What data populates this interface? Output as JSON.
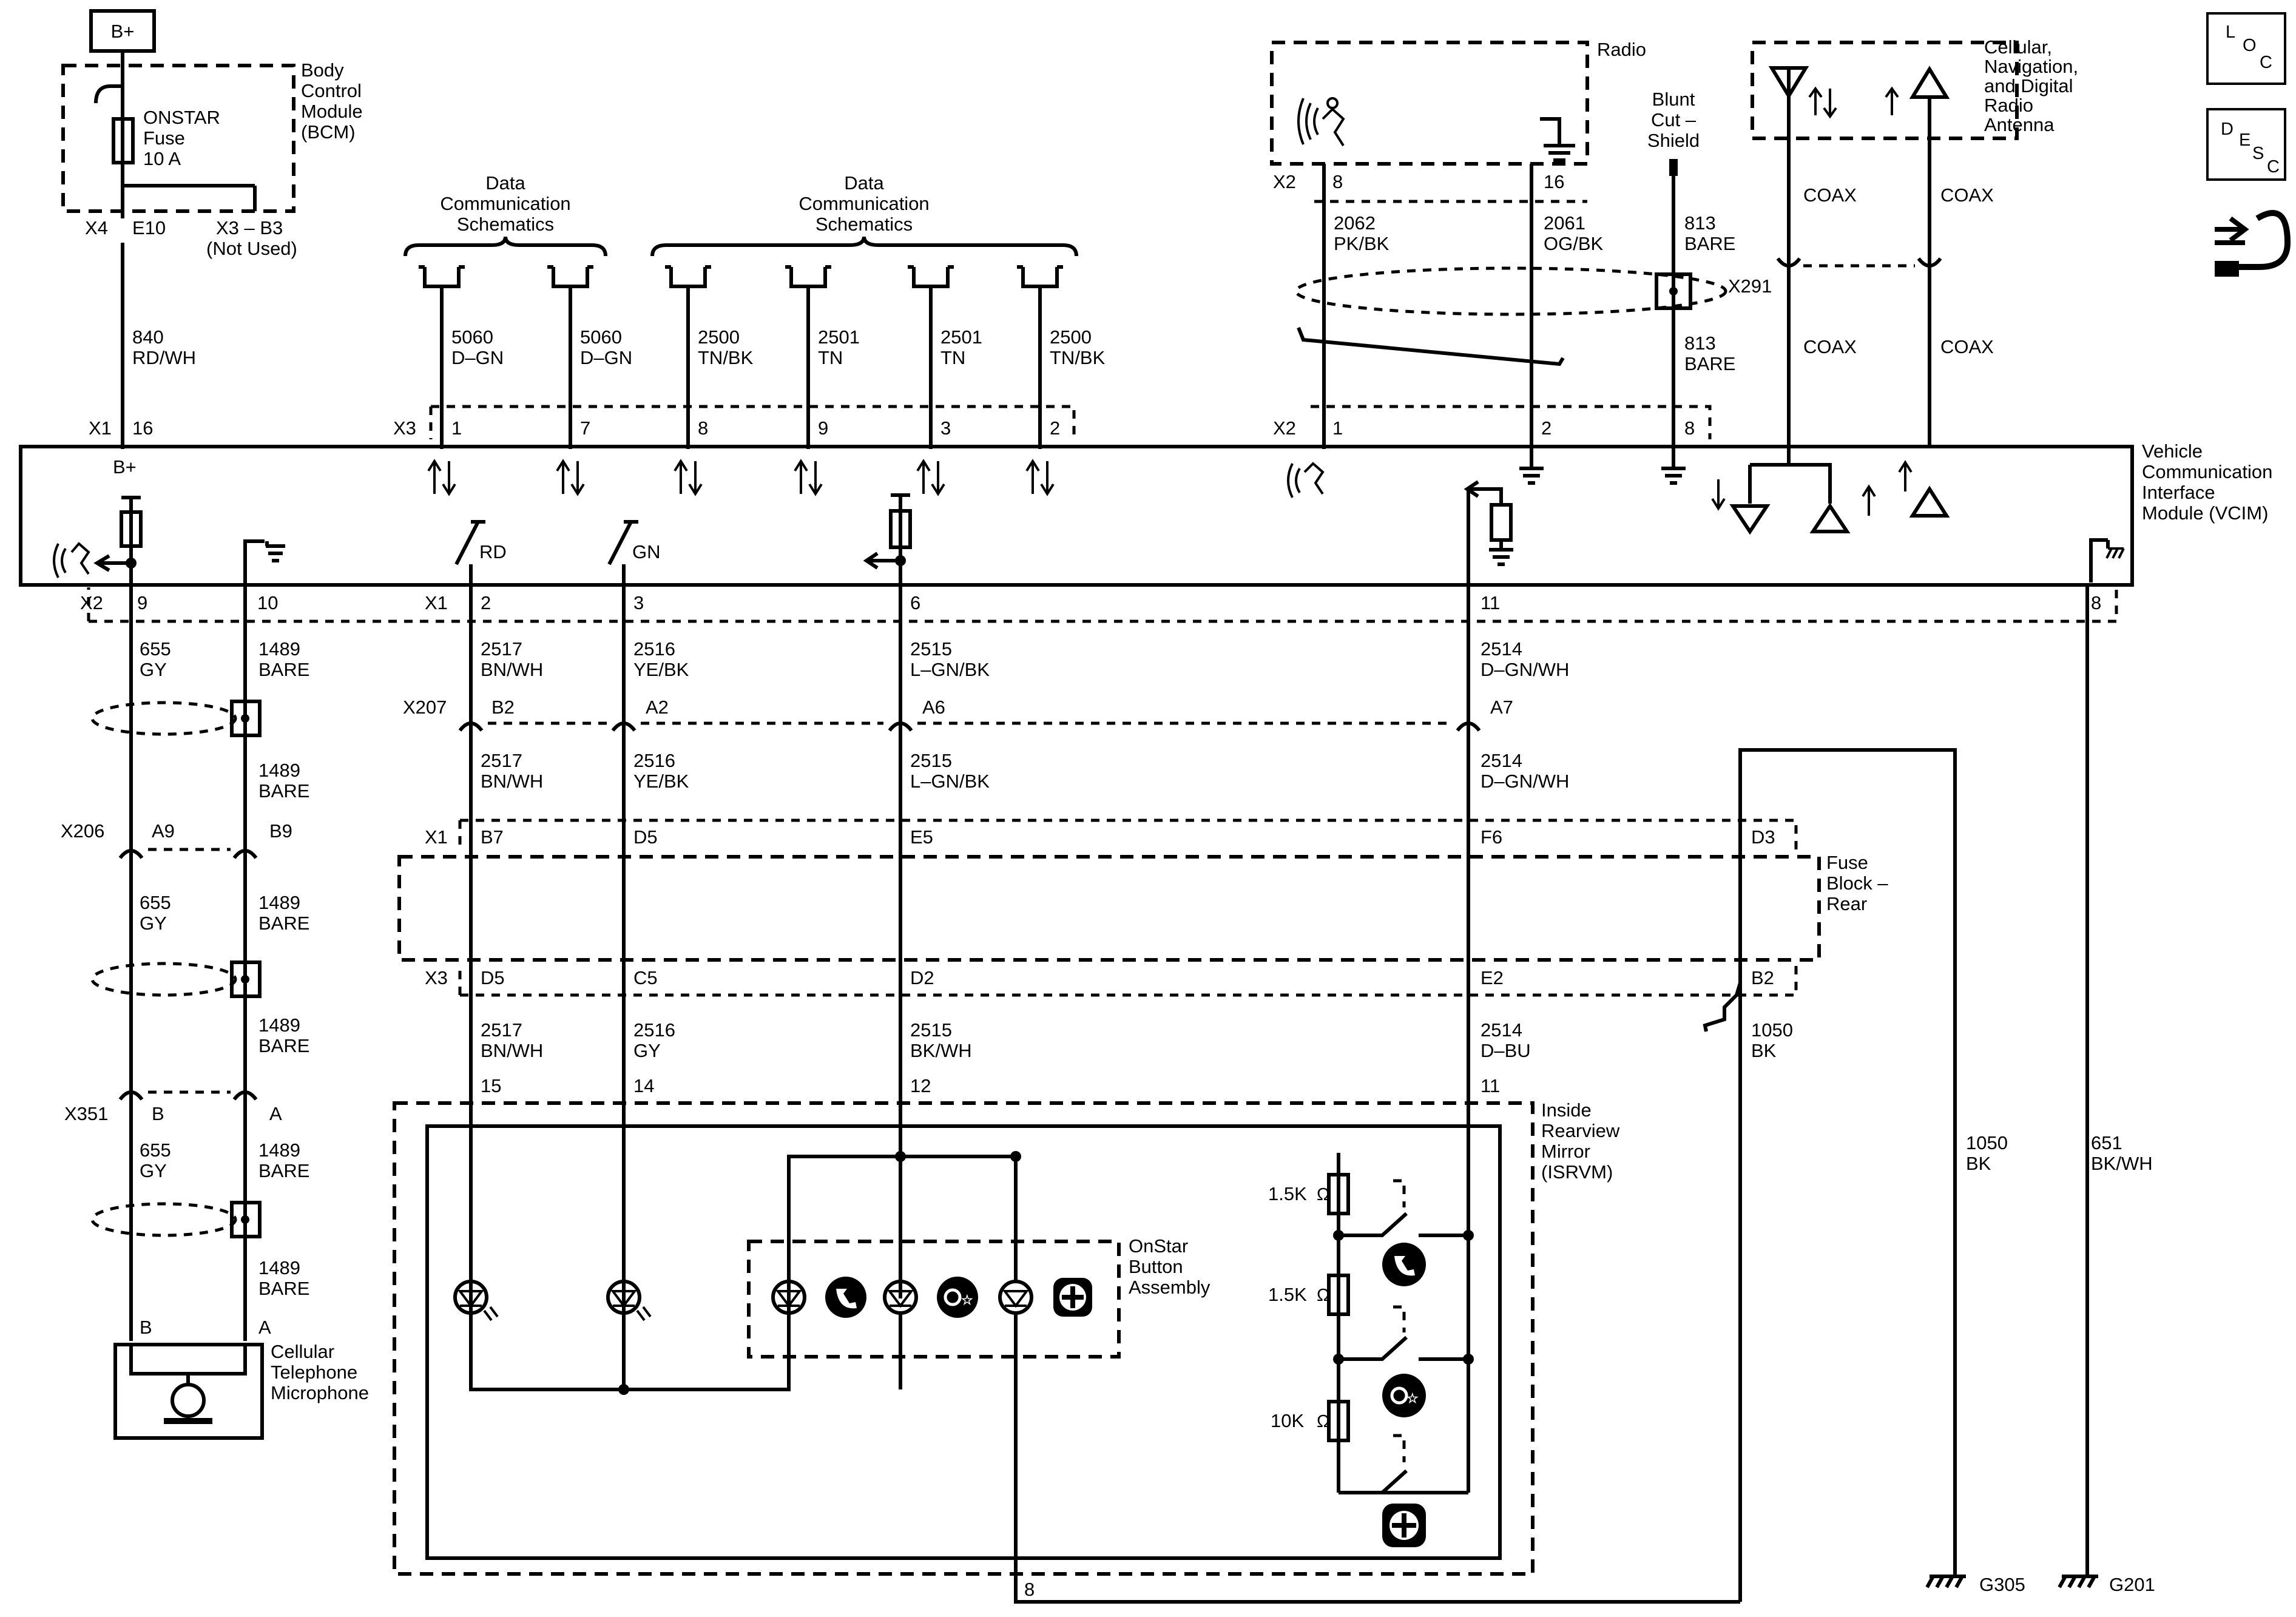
{
  "bplus_box": "B+",
  "bcm": {
    "name": [
      "Body",
      "Control",
      "Module",
      "(BCM)"
    ],
    "fuse": [
      "ONSTAR",
      "Fuse",
      "10 A"
    ],
    "conn_x4": "X4",
    "pin_e10": "E10",
    "conn_x3b3": "X3 – B3",
    "not_used": "(Not Used)"
  },
  "wire_840": [
    "840",
    "RD/WH"
  ],
  "data_comm_1": [
    "Data",
    "Communication",
    "Schematics"
  ],
  "data_comm_2": [
    "Data",
    "Communication",
    "Schematics"
  ],
  "top_wires": [
    [
      "5060",
      "D–GN"
    ],
    [
      "5060",
      "D–GN"
    ],
    [
      "2500",
      "TN/BK"
    ],
    [
      "2501",
      "TN"
    ],
    [
      "2501",
      "TN"
    ],
    [
      "2500",
      "TN/BK"
    ]
  ],
  "vcim_top_pins": {
    "x1": "X1",
    "p16": "16",
    "x3": "X3",
    "pins": [
      "1",
      "7",
      "8",
      "9",
      "3",
      "2"
    ],
    "x2": "X2",
    "p1": "1",
    "p2": "2",
    "p8": "8"
  },
  "radio": {
    "name": "Radio",
    "x2": "X2",
    "p8": "8",
    "p16": "16",
    "w2062": [
      "2062",
      "PK/BK"
    ],
    "w2061": [
      "2061",
      "OG/BK"
    ]
  },
  "blunt_cut": [
    "Blunt",
    "Cut –",
    "Shield"
  ],
  "w813_a": [
    "813",
    "BARE"
  ],
  "w813_b": [
    "813",
    "BARE"
  ],
  "antenna": {
    "name": [
      "Cellular,",
      "Navigation,",
      "and Digital",
      "Radio",
      "Antenna"
    ],
    "coax": "COAX",
    "x291": "X291"
  },
  "vcim": {
    "name": [
      "Vehicle",
      "Communication",
      "Interface",
      "Module (VCIM)"
    ],
    "bplus": "B+",
    "rd": "RD",
    "gn": "GN"
  },
  "vcim_bottom_pins": {
    "x2": "X2",
    "p9": "9",
    "p10": "10",
    "x1": "X1",
    "p2": "2",
    "p3": "3",
    "p6": "6",
    "p11": "11",
    "p8": "8"
  },
  "mid_wires": {
    "w655": [
      "655",
      "GY"
    ],
    "w1489": [
      "1489",
      "BARE"
    ],
    "w2517": [
      "2517",
      "BN/WH"
    ],
    "w2516": [
      "2516",
      "YE/BK"
    ],
    "w2515": [
      "2515",
      "L–GN/BK"
    ],
    "w2514": [
      "2514",
      "D–GN/WH"
    ]
  },
  "x207": {
    "name": "X207",
    "b2": "B2",
    "a2": "A2",
    "a6": "A6",
    "a7": "A7"
  },
  "x206": {
    "name": "X206",
    "a9": "A9",
    "b9": "B9"
  },
  "x351": {
    "name": "X351",
    "b": "B",
    "a": "A"
  },
  "fuse_block": {
    "name": [
      "Fuse",
      "Block –",
      "Rear"
    ],
    "x1": "X1",
    "b7": "B7",
    "d5": "D5",
    "e5": "E5",
    "f6": "F6",
    "d3": "D3",
    "x3": "X3",
    "d5b": "D5",
    "c5": "C5",
    "d2": "D2",
    "e2": "E2",
    "b2": "B2"
  },
  "lower_wires": {
    "w2517": [
      "2517",
      "BN/WH"
    ],
    "w2516": [
      "2516",
      "GY"
    ],
    "w2515": [
      "2515",
      "BK/WH"
    ],
    "w2514": [
      "2514",
      "D–BU"
    ],
    "w1050": [
      "1050",
      "BK"
    ]
  },
  "mirror": {
    "name": [
      "Inside",
      "Rearview",
      "Mirror",
      "(ISRVM)"
    ],
    "p15": "15",
    "p14": "14",
    "p12": "12",
    "p11": "11",
    "p8": "8",
    "r1": "1.5K",
    "r2": "1.5K",
    "r3": "10K"
  },
  "onstar_btn": [
    "OnStar",
    "Button",
    "Assembly"
  ],
  "microphone": {
    "name": [
      "Cellular",
      "Telephone",
      "Microphone"
    ],
    "b": "B",
    "a": "A"
  },
  "w1050r": [
    "1050",
    "BK"
  ],
  "w651": [
    "651",
    "BK/WH"
  ],
  "grounds": {
    "g305": "G305",
    "g201": "G201"
  },
  "side": {
    "loc": [
      "L",
      "O",
      "C"
    ],
    "desc": [
      "D",
      "E",
      "S",
      "C"
    ]
  }
}
